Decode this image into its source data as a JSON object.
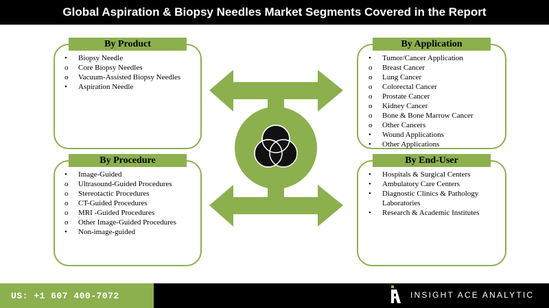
{
  "title": "Global Aspiration & Biopsy Needles Market Segments Covered in the Report",
  "colors": {
    "accent": "#8cb04e",
    "dark": "#000000"
  },
  "center_icon": "three-circles-venn-icon",
  "segments": {
    "product": {
      "label": "By Product",
      "items": [
        {
          "marker": "•",
          "text": "Biopsy Needle"
        },
        {
          "marker": "o",
          "text": "Core Biopsy Needles"
        },
        {
          "marker": "o",
          "text": "Vacuum-Assisted Biopsy Needles"
        },
        {
          "marker": "•",
          "text": "Aspiration Needle"
        }
      ]
    },
    "application": {
      "label": "By Application",
      "items": [
        {
          "marker": "•",
          "text": "Tumor/Cancer Application"
        },
        {
          "marker": "o",
          "text": "Breast Cancer"
        },
        {
          "marker": "o",
          "text": "Lung Cancer"
        },
        {
          "marker": "o",
          "text": "Colorectal Cancer"
        },
        {
          "marker": "o",
          "text": "Prostate Cancer"
        },
        {
          "marker": "o",
          "text": "Kidney Cancer"
        },
        {
          "marker": "o",
          "text": "Bone & Bone Marrow Cancer"
        },
        {
          "marker": "o",
          "text": "Other Cancers"
        },
        {
          "marker": "•",
          "text": "Wound Applications"
        },
        {
          "marker": "•",
          "text": "Other Applications"
        }
      ]
    },
    "procedure": {
      "label": "By Procedure",
      "items": [
        {
          "marker": "•",
          "text": "Image-Guided"
        },
        {
          "marker": "o",
          "text": "Ultrasound-Guided Procedures"
        },
        {
          "marker": "o",
          "text": "Stereotactic Procedures"
        },
        {
          "marker": "o",
          "text": "CT-Guided Procedures"
        },
        {
          "marker": "o",
          "text": "MRI -Guided Procedures"
        },
        {
          "marker": "o",
          "text": "Other Image-Guided Procedures"
        },
        {
          "marker": "•",
          "text": "Non-image-guided"
        }
      ]
    },
    "end_user": {
      "label": "By End-User",
      "items": [
        {
          "marker": "•",
          "text": "Hospitals & Surgical Centers"
        },
        {
          "marker": "•",
          "text": "Ambulatory Care Centers"
        },
        {
          "marker": "•",
          "text": "Diagnostic Clinics & Pathology Laboratories"
        },
        {
          "marker": "•",
          "text": "Research & Academic Institutes"
        }
      ]
    }
  },
  "footer": {
    "phone": "US: +1 607 400-7072",
    "brand": "INSIGHT ACE ANALYTIC"
  }
}
